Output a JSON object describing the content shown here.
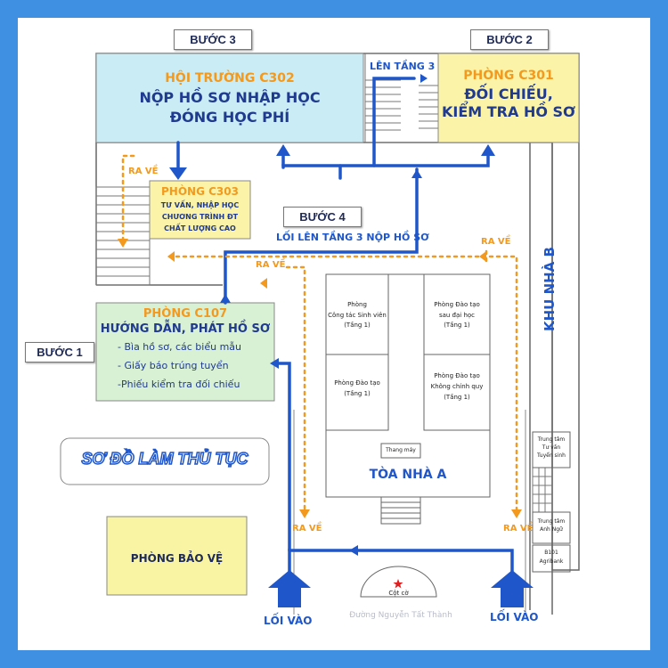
{
  "steps": {
    "s1": "BƯỚC 1",
    "s2": "BƯỚC 2",
    "s3": "BƯỚC 3",
    "s4": "BƯỚC 4"
  },
  "c302": {
    "name": "HỘI TRƯỜNG C302",
    "line1": "NỘP HỒ SƠ NHẬP HỌC",
    "line2": "ĐÓNG HỌC PHÍ"
  },
  "c301": {
    "name": "PHÒNG C301",
    "line1": "ĐỐI CHIẾU,",
    "line2": "KIỂM TRA HỒ SƠ"
  },
  "c303": {
    "name": "PHÒNG C303",
    "line1": "TƯ VẤN, NHẬP HỌC",
    "line2": "CHƯƠNG TRÌNH ĐT",
    "line3": "CHẤT LƯỢNG CAO"
  },
  "c107": {
    "name": "PHÒNG C107",
    "title": "HƯỚNG DẪN, PHÁT HỒ SƠ",
    "items": [
      "- Bìa hồ sơ, các biểu mẫu",
      "- Giấy báo trúng tuyển",
      "-Phiếu kiểm tra đối chiếu"
    ]
  },
  "labels": {
    "up3": "LÊN TẦNG 3",
    "path_up3": "LỐI LÊN TẦNG 3 NỘP HỒ SƠ",
    "exit": "RA VỀ",
    "entrance": "LỐI VÀO",
    "title": "SƠ ĐỒ LÀM THỦ TỤC",
    "guard": "PHÒNG BẢO VỆ",
    "building_a": "TÒA NHÀ A",
    "zone_b": "KHU NHÀ B",
    "elevator": "Thang máy",
    "flagpole": "Cột cờ",
    "street": "Đường Nguyễn Tất Thành"
  },
  "rooms_a": {
    "r1": [
      "Phòng",
      "Công tác Sinh viên",
      "(Tầng 1)"
    ],
    "r2": [
      "Phòng  Đào tạo",
      "sau đại học",
      "(Tầng 1)"
    ],
    "r3": [
      "Phòng  Đào tạo",
      "(Tầng 1)"
    ],
    "r4": [
      "Phòng  Đào tạo",
      "Không chính quy",
      "(Tầng 1)"
    ]
  },
  "zone_b_rooms": {
    "center1": "Trung tâm",
    "center1b": "Tư vấn",
    "center1c": "Tuyển sinh",
    "center2": "Trung tâm",
    "center2b": "Anh Ngữ",
    "b101": "B101",
    "b101b": "Agribank"
  },
  "colors": {
    "frame": "#3f8fe3",
    "blue_path": "#1f56c9",
    "orange_path": "#f39a1e",
    "c302_fill": "#c9ecf5",
    "c301_fill": "#fbf4a8",
    "c303_fill": "#fbf4a8",
    "c107_fill": "#d8f0d4",
    "guard_fill": "#f8f4a4"
  }
}
